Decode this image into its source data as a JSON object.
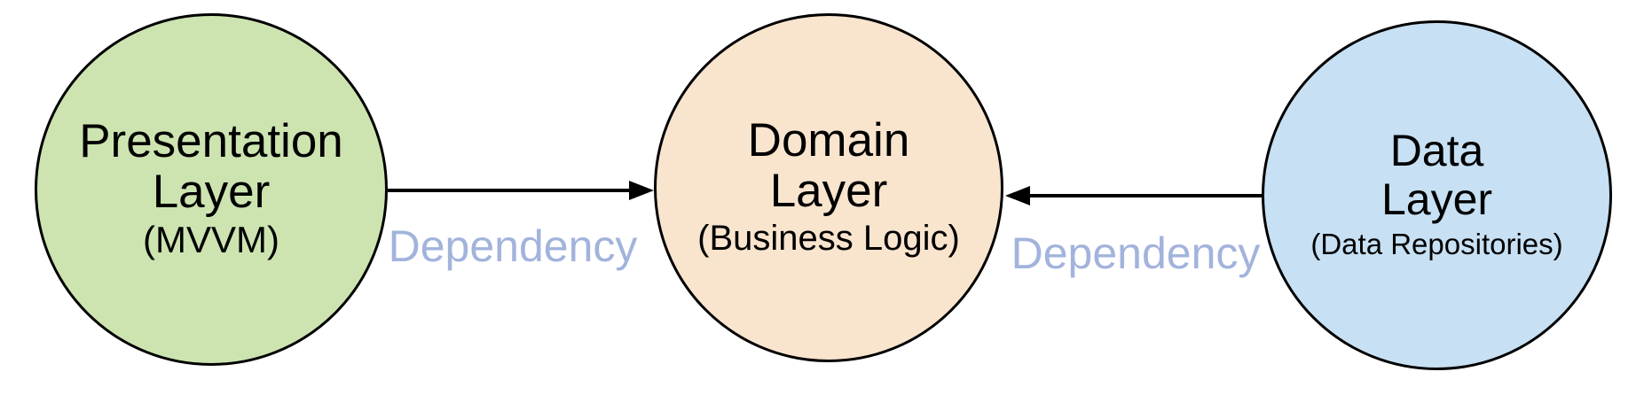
{
  "diagram": {
    "background_color": "#ffffff",
    "stroke_color": "#000000",
    "text_color": "#000000",
    "nodes": [
      {
        "id": "presentation-layer",
        "title_line1": "Presentation",
        "title_line2": "Layer",
        "subtitle": "(MVVM)",
        "fill": "#cde4b1",
        "stroke": "#000000"
      },
      {
        "id": "domain-layer",
        "title_line1": "Domain",
        "title_line2": "Layer",
        "subtitle": "(Business Logic)",
        "fill": "#f9e4ce",
        "stroke": "#000000"
      },
      {
        "id": "data-layer",
        "title_line1": "Data",
        "title_line2": "Layer",
        "subtitle": "(Data Repositories)",
        "fill": "#c7e0f3",
        "stroke": "#000000"
      }
    ],
    "edges": [
      {
        "from": "presentation-layer",
        "to": "domain-layer",
        "label": "Dependency",
        "direction": "right",
        "line_color": "#000000",
        "label_color": "#a2b3dc"
      },
      {
        "from": "data-layer",
        "to": "domain-layer",
        "label": "Dependency",
        "direction": "left",
        "line_color": "#000000",
        "label_color": "#a2b3dc"
      }
    ]
  }
}
